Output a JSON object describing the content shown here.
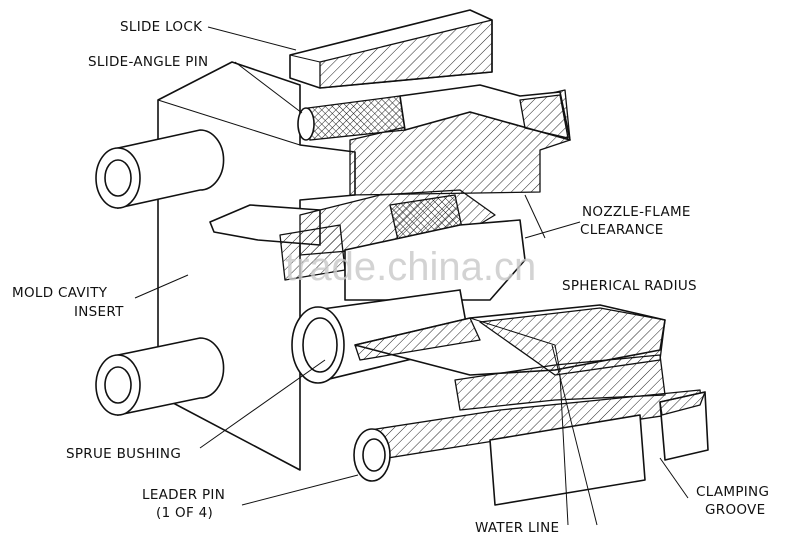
{
  "labels": {
    "slide_lock": "SLIDE LOCK",
    "slide_angle_pin": "SLIDE-ANGLE PIN",
    "nozzle_flame_1": "NOZZLE-FLAME",
    "nozzle_flame_2": "CLEARANCE",
    "spherical_radius": "SPHERICAL RADIUS",
    "mold_cavity_1": "MOLD CAVITY",
    "mold_cavity_2": "INSERT",
    "sprue_bushing": "SPRUE BUSHING",
    "leader_pin_1": "LEADER PIN",
    "leader_pin_2": "(1 OF 4)",
    "water_line": "WATER LINE",
    "clamping_1": "CLAMPING",
    "clamping_2": "GROOVE"
  },
  "watermark": "trade.china.cn"
}
